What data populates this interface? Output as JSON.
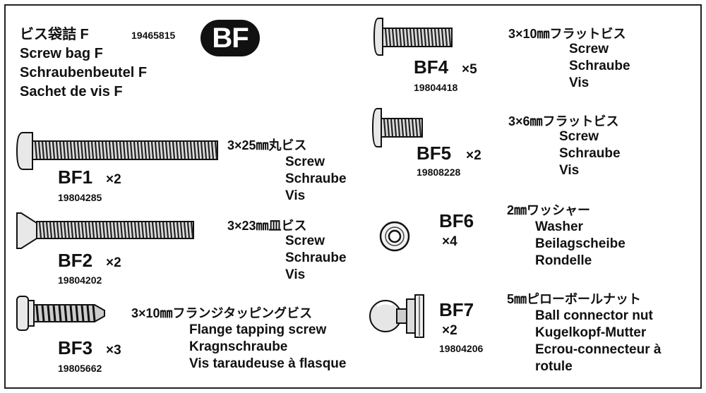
{
  "header": {
    "title_jp": "ビス袋詰 F",
    "code": "19465815",
    "title_en": "Screw bag F",
    "title_de": "Schraubenbeutel F",
    "title_fr": "Sachet de vis F",
    "badge": "BF"
  },
  "parts": [
    {
      "id": "BF1",
      "qty": "×2",
      "code": "19804285",
      "spec": "3×25㎜丸ビス",
      "lines": [
        "Screw",
        "Schraube",
        "Vis"
      ]
    },
    {
      "id": "BF2",
      "qty": "×2",
      "code": "19804202",
      "spec": "3×23㎜皿ビス",
      "lines": [
        "Screw",
        "Schraube",
        "Vis"
      ]
    },
    {
      "id": "BF3",
      "qty": "×3",
      "code": "19805662",
      "spec": "3×10㎜フランジタッピングビス",
      "lines": [
        "Flange tapping screw",
        "Kragnschraube",
        "Vis taraudeuse à flasque"
      ]
    },
    {
      "id": "BF4",
      "qty": "×5",
      "code": "19804418",
      "spec": "3×10㎜フラットビス",
      "lines": [
        "Screw",
        "Schraube",
        "Vis"
      ]
    },
    {
      "id": "BF5",
      "qty": "×2",
      "code": "19808228",
      "spec": "3×6㎜フラットビス",
      "lines": [
        "Screw",
        "Schraube",
        "Vis"
      ]
    },
    {
      "id": "BF6",
      "qty": "×4",
      "code": "",
      "spec": "2㎜ワッシャー",
      "lines": [
        "Washer",
        "Beilagscheibe",
        "Rondelle"
      ]
    },
    {
      "id": "BF7",
      "qty": "×2",
      "code": "19804206",
      "spec": "5㎜ピローボールナット",
      "lines": [
        "Ball connector nut",
        "Kugelkopf-Mutter",
        "Ecrou-connecteur à",
        "rotule"
      ]
    }
  ]
}
